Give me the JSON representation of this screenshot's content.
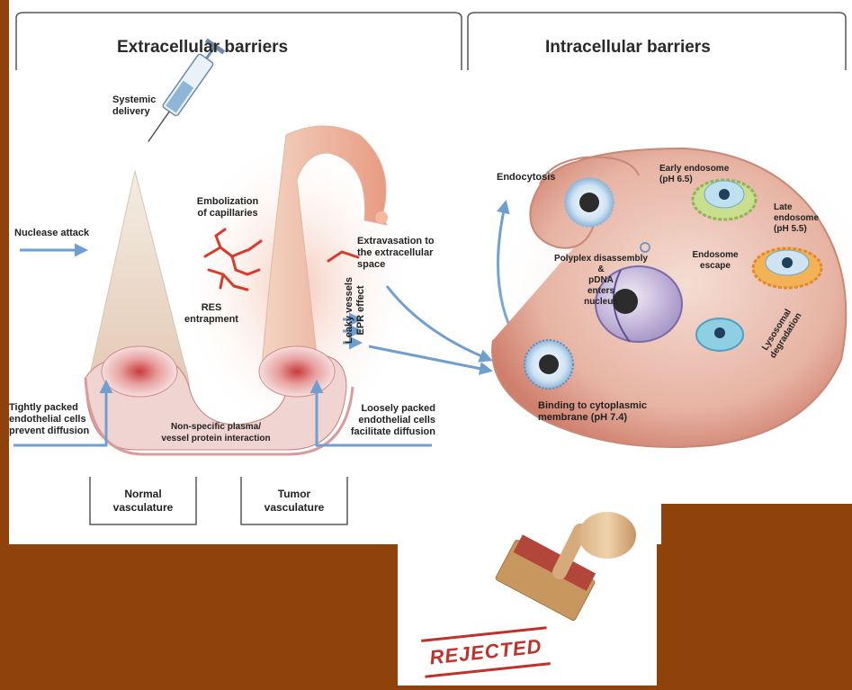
{
  "headers": {
    "extracellular": "Extracellular barriers",
    "intracellular": "Intracellular barriers"
  },
  "labels": {
    "systemic_delivery": "Systemic\ndelivery",
    "nuclease_attack": "Nuclease attack",
    "embolization": "Embolization\nof capillaries",
    "res_entrapment": "RES\nentrapment",
    "extravasation": "Extravasation to\nthe extracellular\nspace",
    "leaky_vessels": "Leaky vessels\nEPR effect",
    "tightly_packed": "Tightly packed\nendothelial cells\nprevent diffusion",
    "non_specific": "Non-specific plasma/\nvessel protein interaction",
    "loosely_packed": "Loosely packed\nendothelial cells\nfacilitate diffusion",
    "normal_vasculature": "Normal\nvasculature",
    "tumor_vasculature": "Tumor\nvasculature",
    "endocytosis": "Endocytosis",
    "early_endosome": "Early endosome\n(pH 6.5)",
    "late_endosome": "Late\nendosome\n(pH 5.5)",
    "endosome_escape": "Endosome\nescape",
    "polyplex": "Polyplex disassembly\n&\npDNA\nenters\nnucleus",
    "lysosomal": "Lysosomal\ndegradation",
    "binding": "Binding to cytoplasmic\nmembrane (pH 7.4)"
  },
  "stamp": {
    "text": "REJECTED"
  },
  "colors": {
    "background": "#8f430b",
    "panel": "#ffffff",
    "arrow": "#6f9fd0",
    "vessel": "#e3b59c",
    "capillary": "#d93a2a",
    "stamp_red": "#c0312b"
  }
}
